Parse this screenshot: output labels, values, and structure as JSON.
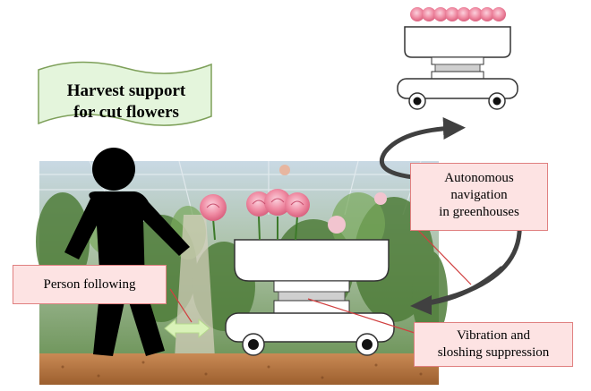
{
  "banner": {
    "line1": "Harvest support",
    "line2": "for cut flowers"
  },
  "callouts": {
    "navigation": {
      "line1": "Autonomous",
      "line2": "navigation",
      "line3": "in greenhouses"
    },
    "person_following": {
      "label": "Person following"
    },
    "vibration": {
      "line1": "Vibration and",
      "line2": "sloshing suppression"
    }
  },
  "colors": {
    "callout_fill": "#fde3e3",
    "callout_border": "#e08080",
    "banner_fill": "#e4f5dc",
    "banner_border": "#7ea05a",
    "arrow": "#404040",
    "rose": "#ee7d98",
    "soil": "#b0703a",
    "double_arrow": "#d9f2b8"
  },
  "icons": [
    "person-silhouette-icon",
    "robot-cart-icon",
    "rose-icon",
    "double-arrow-icon",
    "curved-arrow-icon"
  ]
}
